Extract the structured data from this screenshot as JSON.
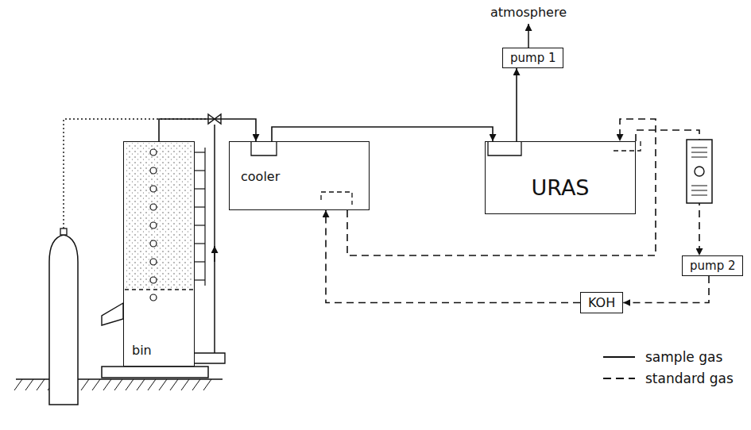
{
  "diagram": {
    "nodes": [
      {
        "text": [
          "bin"
        ]
      },
      {
        "text": [
          "cooler"
        ]
      },
      {
        "text": [
          "pump 1"
        ]
      },
      {
        "text": [
          "URAS"
        ]
      },
      {
        "text": [
          "pump 2"
        ]
      },
      {
        "text": [
          "KOH"
        ]
      }
    ],
    "edges": [
      {
        "from": 0,
        "to": 1,
        "arrow": "to"
      },
      {
        "from": 1,
        "to": 3,
        "arrow": "to"
      },
      {
        "from": 3,
        "to": 2,
        "arrow": "to"
      },
      {
        "from": 1,
        "to": 3,
        "arrow": "to"
      },
      {
        "from": 3,
        "to": 4,
        "arrow": "to"
      },
      {
        "from": 4,
        "to": 5,
        "arrow": "to"
      },
      {
        "from": 5,
        "to": 1,
        "arrow": "to"
      }
    ],
    "labels": [
      "atmosphere"
    ],
    "legend": [
      {
        "text": "sample gas"
      },
      {
        "text": "standard gas"
      }
    ]
  }
}
